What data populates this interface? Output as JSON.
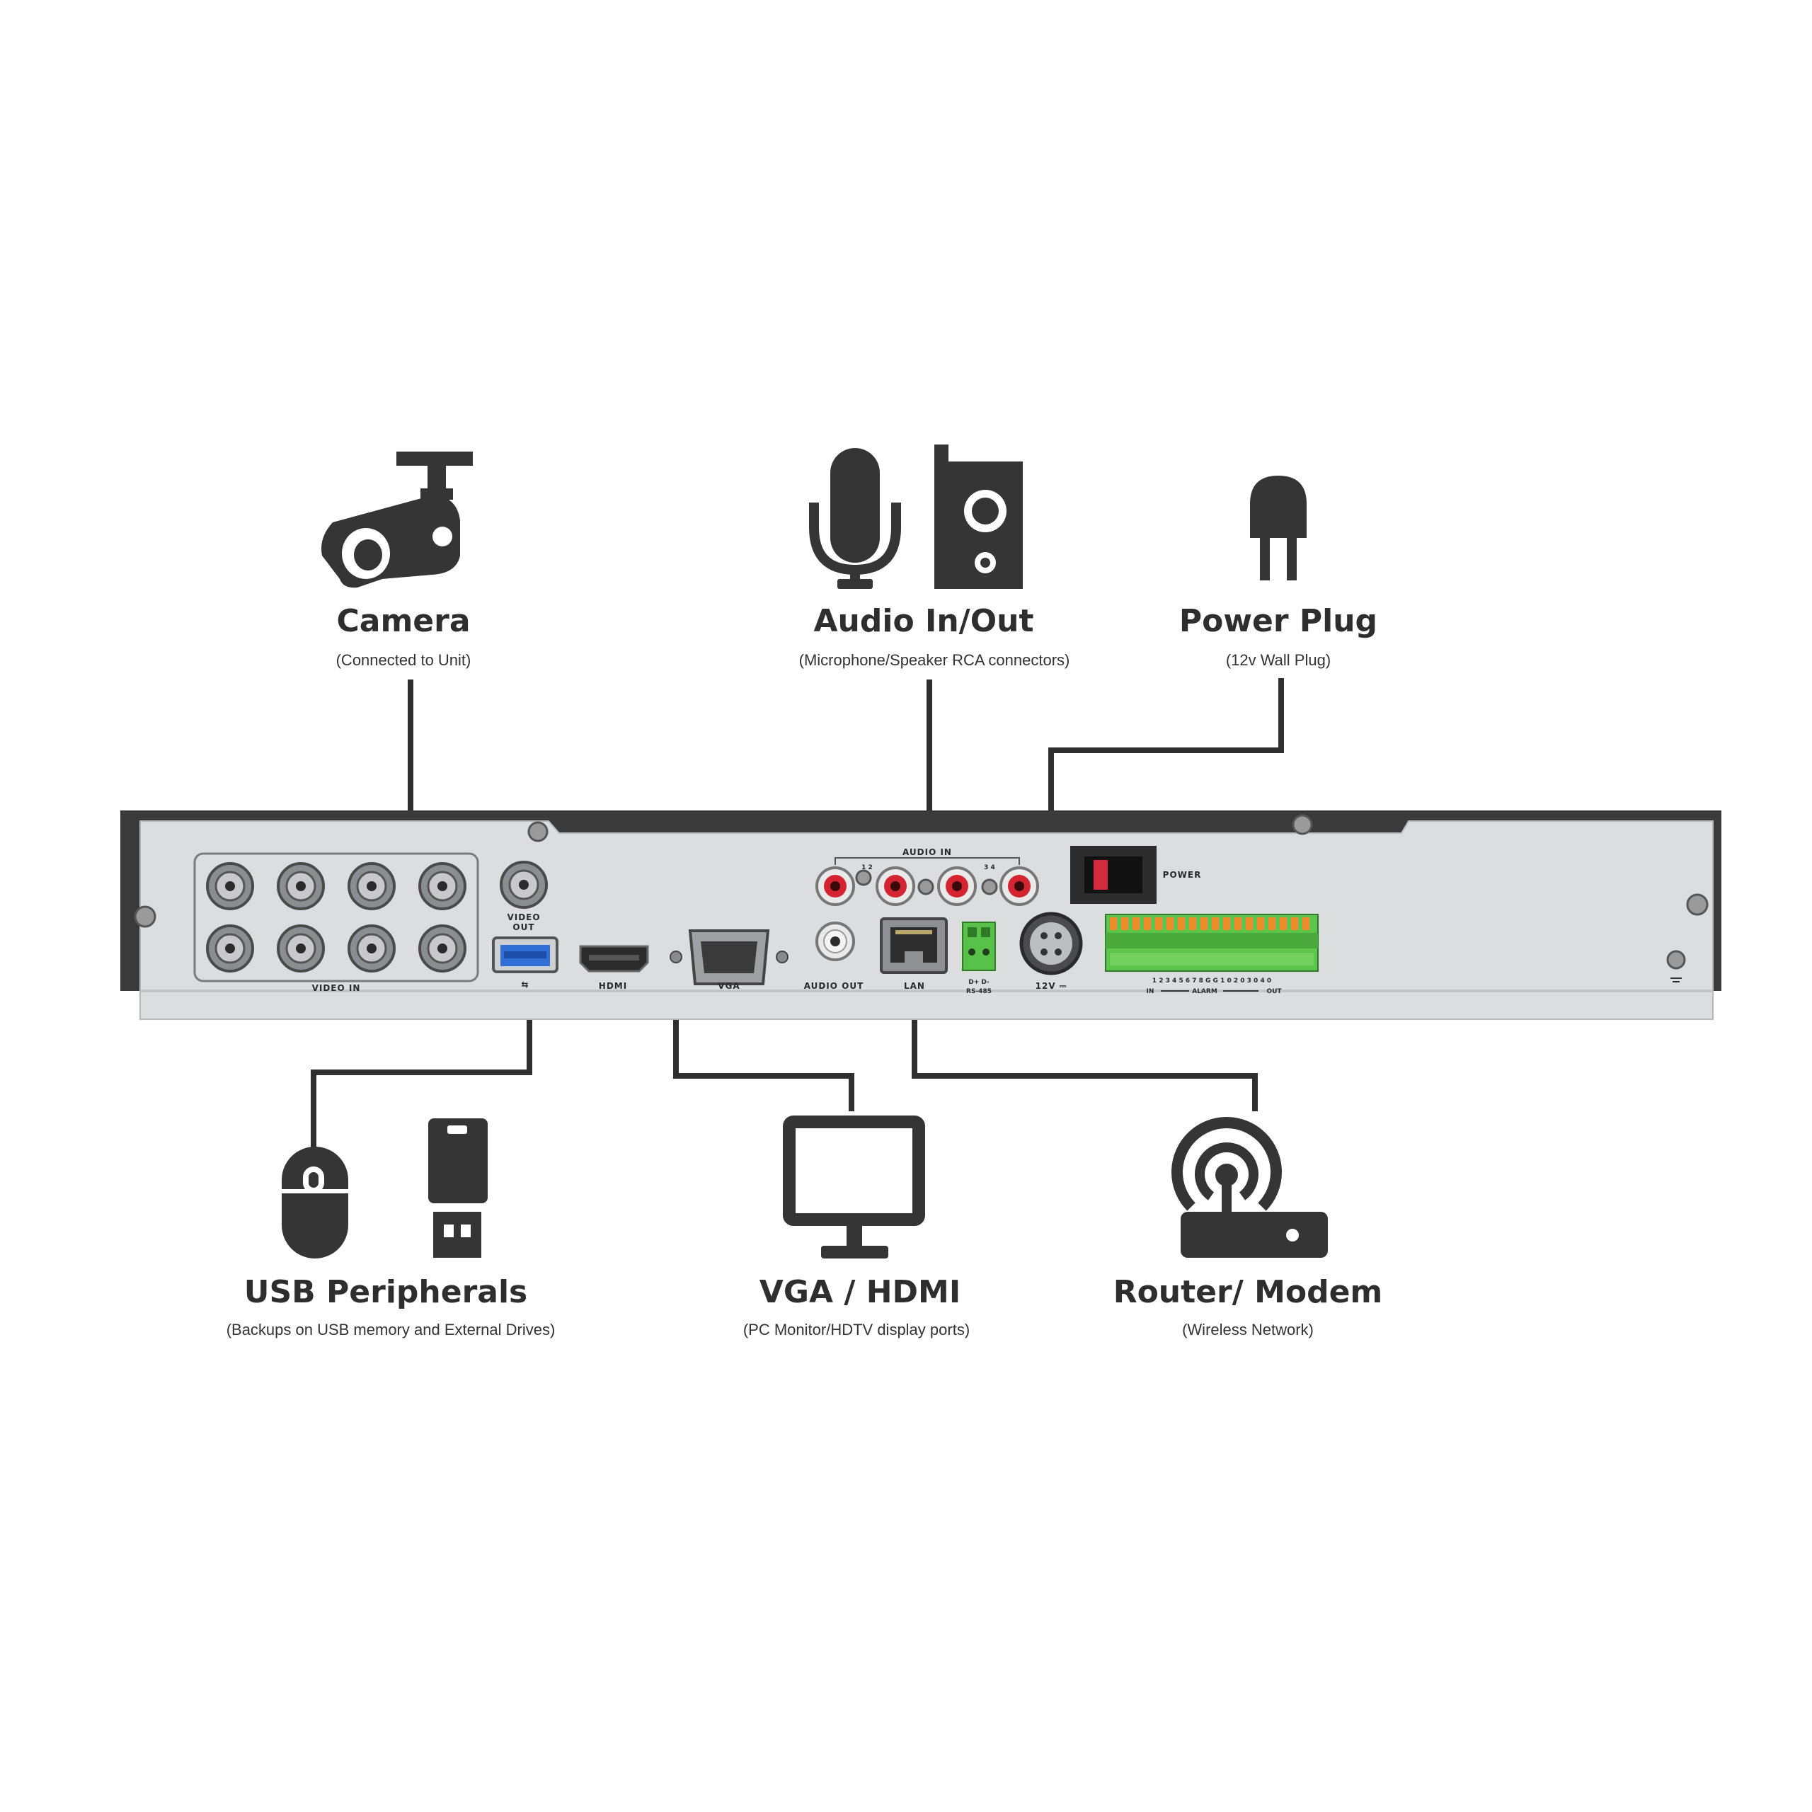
{
  "colors": {
    "icon": "#353535",
    "line": "#2f2f2f",
    "chassis": "#3a3a3a",
    "panel": "#d9dadc",
    "terminal": "#5dc54a"
  },
  "callouts": {
    "camera": {
      "title": "Camera",
      "subtitle": "(Connected to Unit)",
      "icon": "security-camera-icon"
    },
    "audio": {
      "title": "Audio In/Out",
      "subtitle": "(Microphone/Speaker RCA connectors)",
      "icon": "microphone-speaker-icon"
    },
    "power": {
      "title": "Power Plug",
      "subtitle": "(12v Wall Plug)",
      "icon": "power-plug-icon"
    },
    "usb": {
      "title": "USB Peripherals",
      "subtitle": "(Backups on USB memory and External Drives)",
      "icon": "mouse-usb-stick-icon"
    },
    "display": {
      "title": "VGA / HDMI",
      "subtitle": "(PC Monitor/HDTV display ports)",
      "icon": "monitor-icon"
    },
    "router": {
      "title": "Router/ Modem",
      "subtitle": "(Wireless Network)",
      "icon": "router-icon"
    }
  },
  "panel_labels": {
    "video_in": "VIDEO IN",
    "video_out_1": "VIDEO",
    "video_out_2": "OUT",
    "hdmi": "HDMI",
    "vga": "VGA",
    "audio_out": "AUDIO OUT",
    "lan": "LAN",
    "rs485": "RS-485",
    "rs485_pins": "D+ D-",
    "power_in": "12V ⎓",
    "audio_in": "AUDIO IN",
    "audio_pair_1": "1 2",
    "audio_pair_2": "3 4",
    "power_switch": "POWER",
    "alarm_numbers": "1 2 3 4 5 6 7 8 G G 1 0 2 0 3 0 4 0",
    "alarm_in": "IN",
    "alarm": "ALARM",
    "alarm_out": "OUT"
  }
}
